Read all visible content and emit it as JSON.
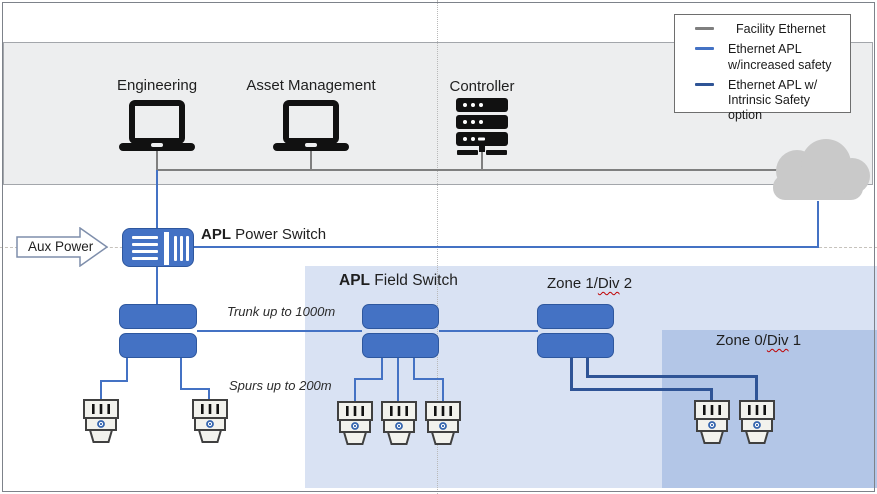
{
  "colors": {
    "facility_line": "#7f7f7f",
    "apl_line": "#4472c4",
    "intrinsic_line": "#2f5496",
    "switch_fill": "#4472c4",
    "zone1_fill": "#d9e2f3",
    "zone0_fill": "#b3c6e7",
    "facility_region_fill": "#edeeef",
    "cloud_fill": "#c9c9c9",
    "spellcheck_underline": "#c00000"
  },
  "top_region": {
    "nodes": [
      {
        "label": "Engineering",
        "icon": "laptop"
      },
      {
        "label": "Asset Management",
        "icon": "laptop"
      },
      {
        "label": "Controller",
        "icon": "server-rack"
      }
    ]
  },
  "legend": {
    "items": [
      {
        "line1": "Facility Ethernet",
        "line2": "",
        "color": "#7f7f7f"
      },
      {
        "line1": "Ethernet APL",
        "line2": "w/increased safety",
        "color": "#4472c4"
      },
      {
        "line1": "Ethernet APL w/",
        "line2": "Intrinsic Safety option",
        "color": "#2f5496"
      }
    ]
  },
  "labels": {
    "aux_power": "Aux Power",
    "power_switch_bold": "APL",
    "power_switch_rest": " Power Switch",
    "field_switch_bold": "APL",
    "field_switch_rest": " Field Switch",
    "trunk": "Trunk up to 1000m",
    "spurs": "Spurs up to 200m",
    "zone1_prefix": "Zone 1/",
    "zone1_div": "Div",
    "zone1_suffix": " 2",
    "zone0_prefix": "Zone 0/",
    "zone0_div": "Div",
    "zone0_suffix": " 1"
  }
}
